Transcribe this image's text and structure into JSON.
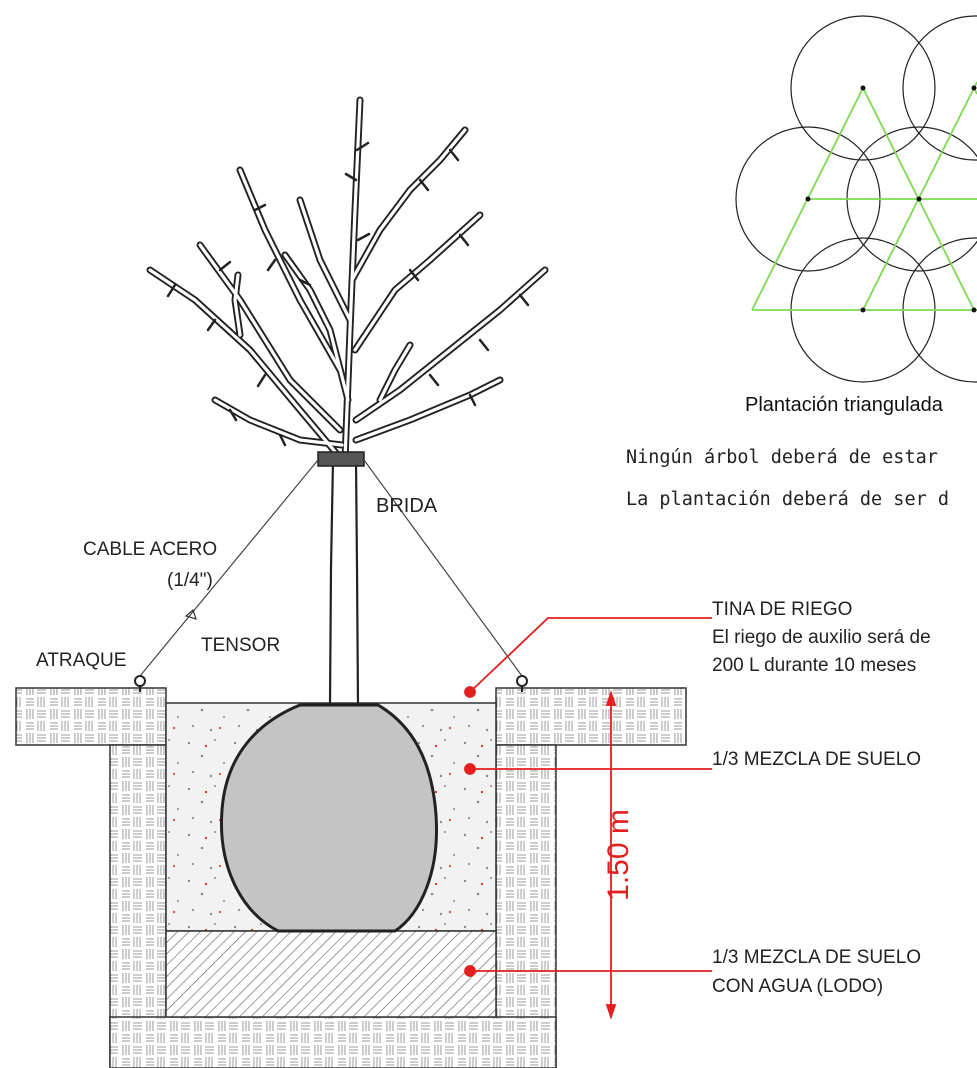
{
  "diagram": {
    "labels": {
      "brida": "BRIDA",
      "cable_line1": "CABLE ACERO",
      "cable_line2": "(1/4\")",
      "tensor": "TENSOR",
      "atraque": "ATRAQUE",
      "tina_title": "TINA DE RIEGO",
      "tina_desc1": "El riego de auxilio será de",
      "tina_desc2": "200 L durante 10 meses",
      "mezcla1": "1/3 MEZCLA DE SUELO",
      "mezcla2_line1": "1/3 MEZCLA DE SUELO",
      "mezcla2_line2": "CON AGUA  (LODO)",
      "depth": "1.50 m"
    },
    "plan": {
      "caption": "Plantación triangulada",
      "note1": "Ningún árbol deberá de estar",
      "note2": "La plantación deberá de ser d"
    },
    "colors": {
      "leader_red": "#e31e1e",
      "triangle_green": "#7ed957",
      "rootball_gray": "#c4c4c4",
      "line": "#222222"
    }
  }
}
